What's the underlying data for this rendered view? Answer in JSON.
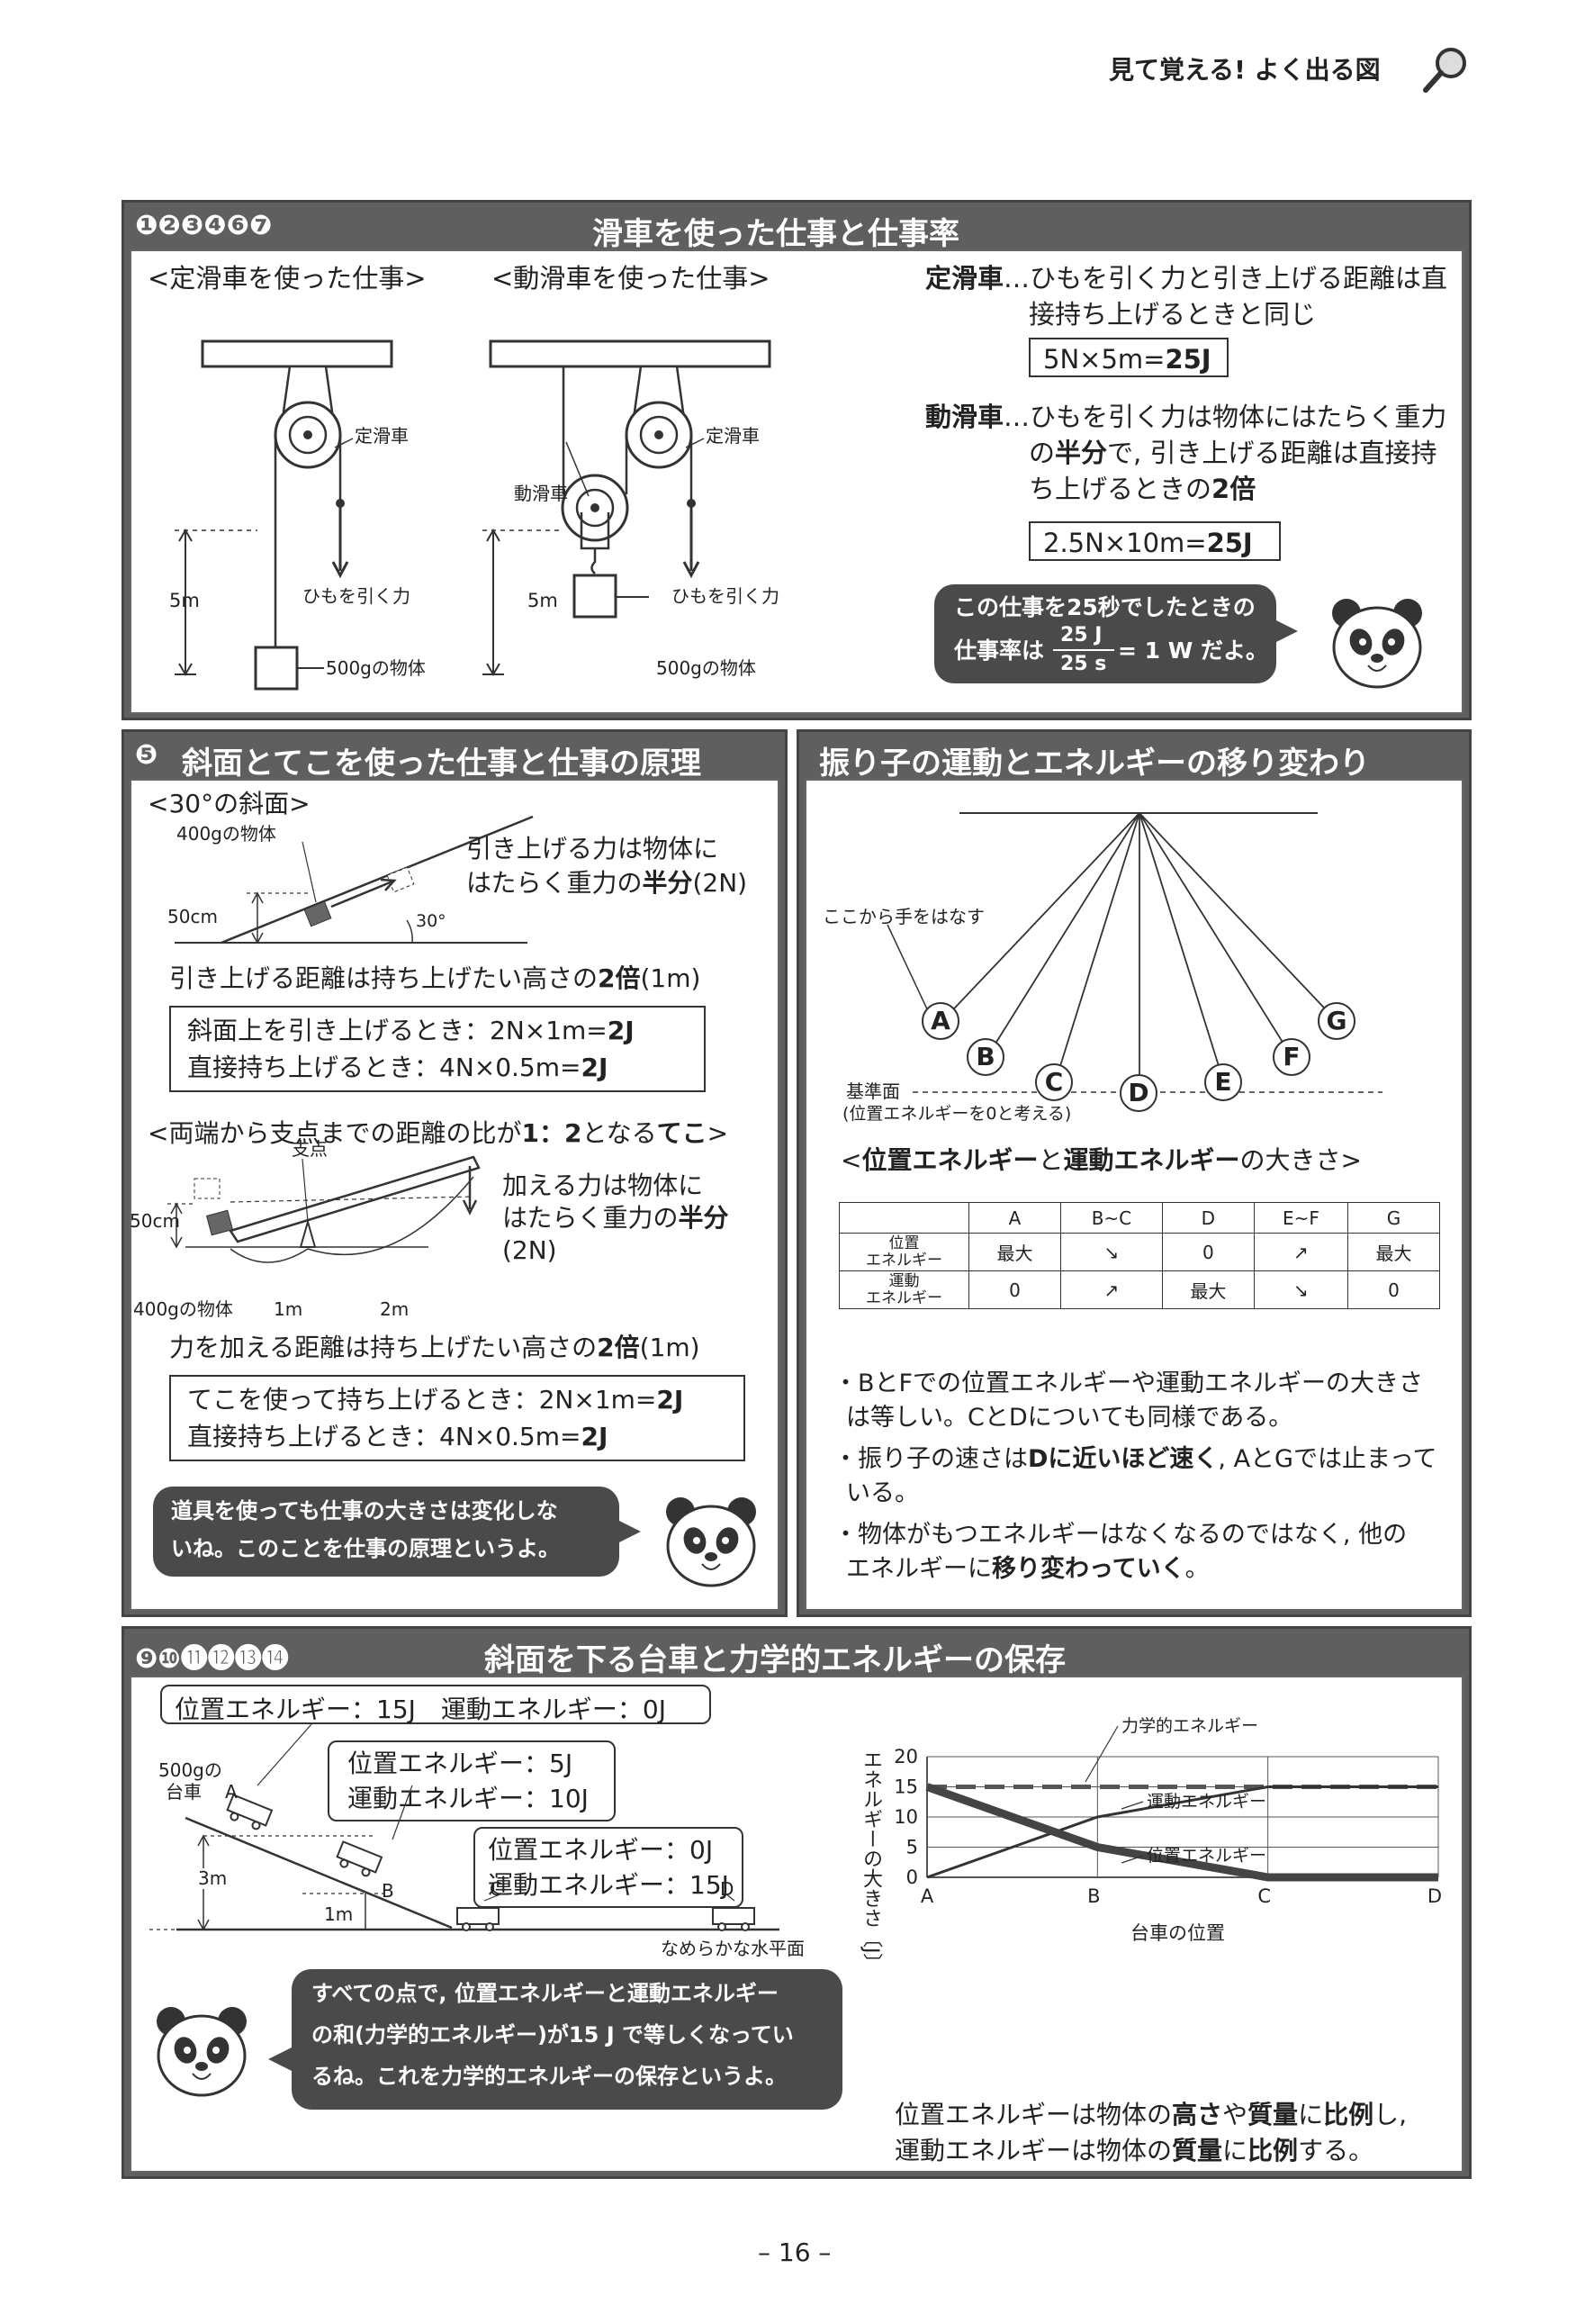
{
  "header": {
    "tag": "見て覚える! よく出る図"
  },
  "page_number": "– 16 –",
  "pulley": {
    "nums": "❶❷❸❹❻❼",
    "title": "滑車を使った仕事と仕事率",
    "fixed_title": "<定滑車を使った仕事>",
    "moving_title": "<動滑車を使った仕事>",
    "fixed_label": "定滑車",
    "moving_label": "動滑車",
    "pull_label": "ひもを引く力",
    "height": "5m",
    "object": "500gの物体",
    "fixed_term": "定滑車",
    "fixed_line1": "…ひもを引く力と引き上げる距離は直",
    "fixed_line2": "接持ち上げるときと同じ",
    "fixed_formula_pre": "5N×5m=",
    "fixed_formula_ans": "25J",
    "moving_term": "動滑車",
    "moving_line1": "…ひもを引く力は物体にはたらく重力",
    "moving_line2_pre": "の",
    "moving_line2_b": "半分",
    "moving_line2_post": "で, 引き上げる距離は直接持",
    "moving_line3_pre": "ち上げるときの",
    "moving_line3_b": "2倍",
    "moving_formula_pre": "2.5N×10m=",
    "moving_formula_ans": "25J",
    "bubble_line1": "この仕事を25秒でしたときの",
    "bubble_rate": "仕事率は",
    "bubble_num": "25 J",
    "bubble_den": "25 s",
    "bubble_post": "= 1 W だよ。"
  },
  "incline": {
    "num": "❺",
    "title": "斜面とてこを使った仕事と仕事の原理",
    "slope_title": "<30°の斜面>",
    "object": "400gの物体",
    "height": "50cm",
    "angle": "30°",
    "force_line1": "引き上げる力は物体に",
    "force_line2_pre": "はたらく重力の",
    "force_line2_b": "半分",
    "force_line2_post": "(2N)",
    "distance_pre": "引き上げる距離は持ち上げたい高さの",
    "distance_b": "2倍",
    "distance_post": "(1m)",
    "box1_line1_pre": "斜面上を引き上げるとき：2N×1m=",
    "box1_line1_b": "2J",
    "box1_line2_pre": "直接持ち上げるとき：4N×0.5m=",
    "box1_line2_b": "2J",
    "lever_title_pre": "<両端から支点までの距離の比が",
    "lever_title_b1": "1：2",
    "lever_title_mid": "となる",
    "lever_title_b2": "てこ",
    "lever_title_post": ">",
    "fulcrum": "支点",
    "lever_force_line1": "加える力は物体に",
    "lever_force_line2_pre": "はたらく重力の",
    "lever_force_line2_b": "半分",
    "lever_force_line3": "(2N)",
    "lever_height": "50cm",
    "lever_object": "400gの物体",
    "len1": "1m",
    "len2": "2m",
    "lever_distance_pre": "力を加える距離は持ち上げたい高さの",
    "lever_distance_b": "2倍",
    "lever_distance_post": "(1m)",
    "box2_line1_pre": "てこを使って持ち上げるとき：2N×1m=",
    "box2_line1_b": "2J",
    "box2_line2_pre": "直接持ち上げるとき：4N×0.5m=",
    "box2_line2_b": "2J",
    "bubble_line1": "道具を使っても仕事の大きさは変化しな",
    "bubble_line2": "いね。このことを仕事の原理というよ。"
  },
  "pendulum": {
    "title": "振り子の運動とエネルギーの移り変わり",
    "release": "ここから手をはなす",
    "points": [
      "A",
      "B",
      "C",
      "D",
      "E",
      "F",
      "G"
    ],
    "base_label": "基準面",
    "base_note": "(位置エネルギーを0と考える)",
    "table_title_pre": "<",
    "table_title_b1": "位置エネルギー",
    "table_title_mid": "と",
    "table_title_b2": "運動エネルギー",
    "table_title_post": "の大きさ>",
    "table_headers": [
      "",
      "A",
      "B~C",
      "D",
      "E~F",
      "G"
    ],
    "row1_label1": "位置",
    "row1_label2": "エネルギー",
    "row1": [
      "最大",
      "↘",
      "0",
      "↗",
      "最大"
    ],
    "row2_label1": "運動",
    "row2_label2": "エネルギー",
    "row2": [
      "0",
      "↗",
      "最大",
      "↘",
      "0"
    ],
    "note1_line1": "・BとFでの位置エネルギーや運動エネルギーの大きさ",
    "note1_line2": "は等しい。CとDについても同様である。",
    "note2_line1_pre": "・振り子の速さは",
    "note2_line1_b": "Dに近いほど速く",
    "note2_line1_post": ", AとGでは止まって",
    "note2_line2": "いる。",
    "note3_line1": "・物体がもつエネルギーはなくなるのではなく, 他の",
    "note3_line2_pre": "エネルギーに",
    "note3_line2_b": "移り変わっていく",
    "note3_line2_post": "。"
  },
  "cart": {
    "nums": "❾❿⓫⓬⓭⓮",
    "title": "斜面を下る台車と力学的エネルギーの保存",
    "boxA": "位置エネルギー：15J　運動エネルギー：0J",
    "boxB_line1": "位置エネルギー：5J",
    "boxB_line2": "運動エネルギー：10J",
    "boxC_line1": "位置エネルギー：0J",
    "boxC_line2": "運動エネルギー：15J",
    "cart_label_line1": "500gの",
    "cart_label_line2": "台車",
    "point_labels": [
      "A",
      "B",
      "C",
      "D"
    ],
    "h3": "3m",
    "h1": "1m",
    "floor": "なめらかな水平面",
    "bubble_line1": "すべての点で, 位置エネルギーと運動エネルギー",
    "bubble_line2": "の和(力学的エネルギー)が15 J で等しくなってい",
    "bubble_line3": "るね。これを力学的エネルギーの保存というよ。",
    "summary1_pre": "位置エネルギーは物体の",
    "summary1_b1": "高さ",
    "summary1_mid1": "や",
    "summary1_b2": "質量",
    "summary1_mid2": "に",
    "summary1_b3": "比例",
    "summary1_post": "し,",
    "summary2_pre": "運動エネルギーは物体の",
    "summary2_b1": "質量",
    "summary2_mid": "に",
    "summary2_b2": "比例",
    "summary2_post": "する。"
  },
  "chart_data": {
    "type": "line",
    "title": "",
    "xlabel": "台車の位置",
    "ylabel": "エネルギーの大きさ〔J〕",
    "x_categories": [
      "A",
      "B",
      "C",
      "D"
    ],
    "ylim": [
      0,
      20
    ],
    "yticks": [
      0,
      5,
      10,
      15,
      20
    ],
    "series": [
      {
        "name": "力学的エネルギー",
        "x": [
          0,
          3
        ],
        "y": [
          15,
          15
        ]
      },
      {
        "name": "運動エネルギー",
        "x": [
          0,
          1,
          2,
          3
        ],
        "y": [
          0,
          10,
          15,
          15
        ]
      },
      {
        "name": "位置エネルギー",
        "x": [
          0,
          1,
          2,
          3
        ],
        "y": [
          15,
          5,
          0,
          0
        ]
      }
    ]
  }
}
